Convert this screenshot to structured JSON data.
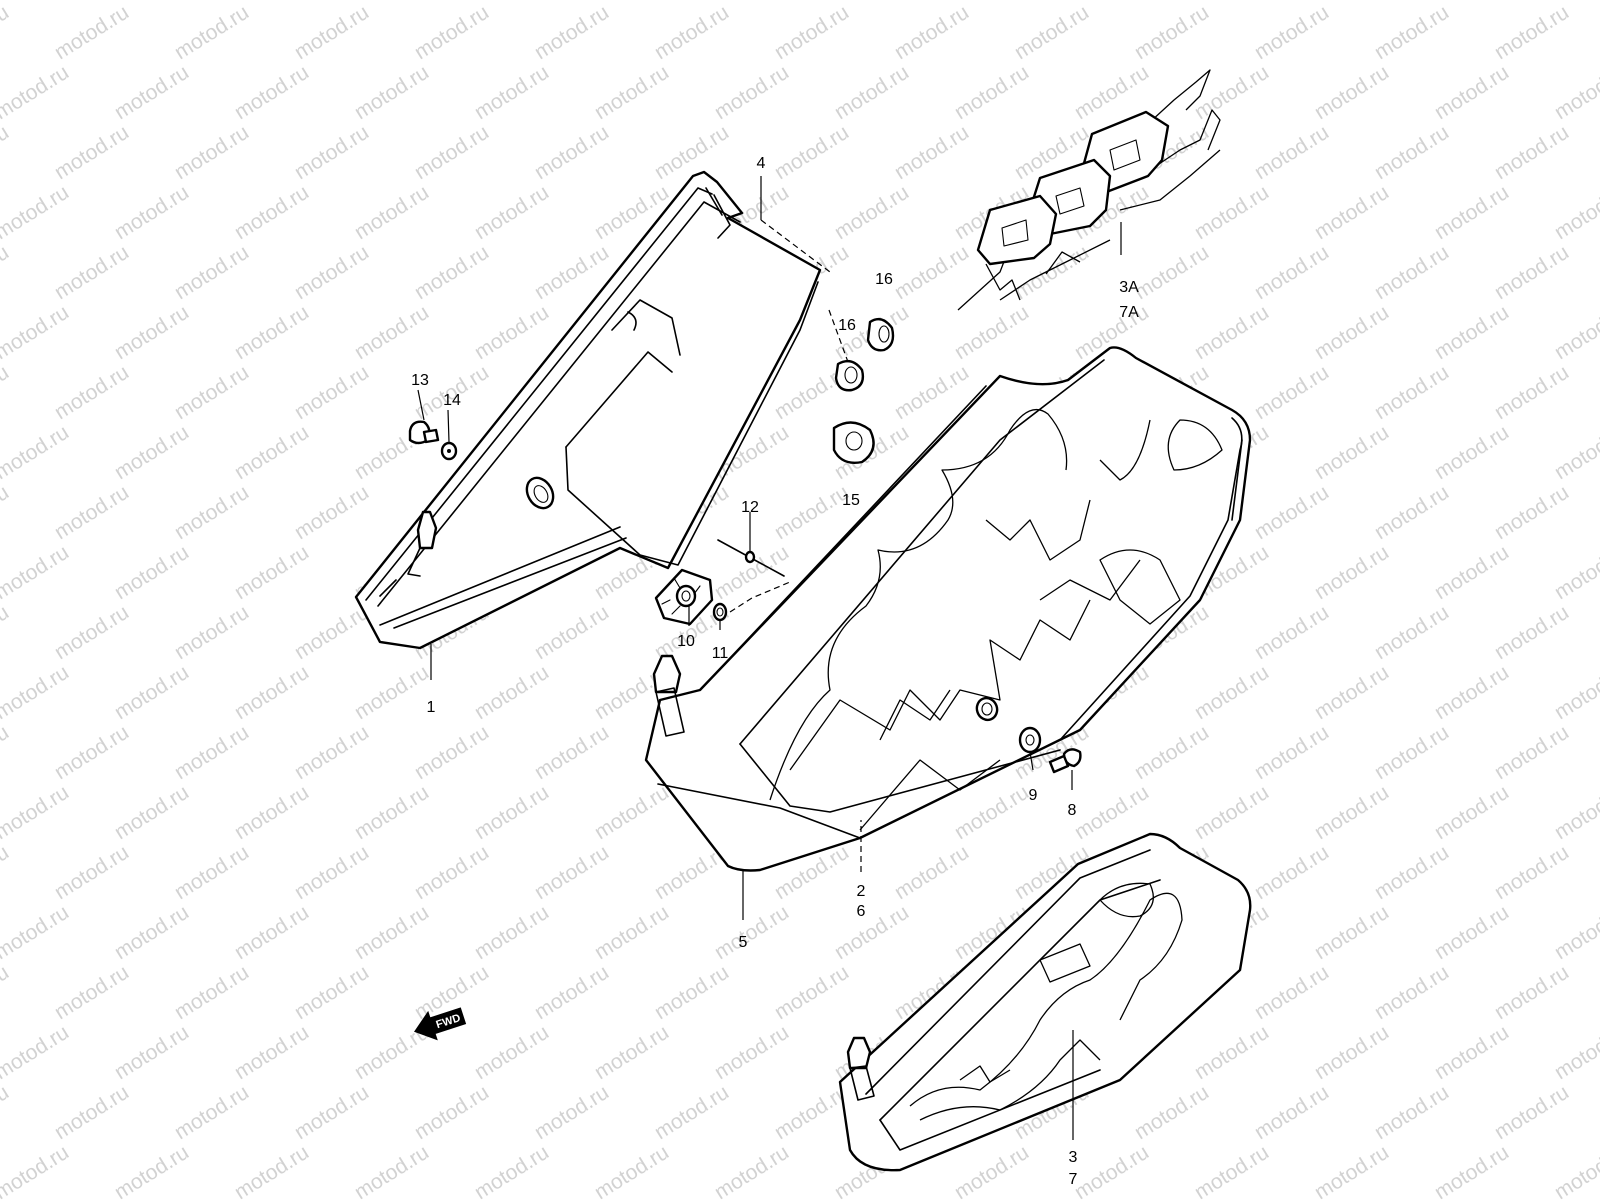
{
  "watermark": "motod.ru",
  "fwd_label": "FWD",
  "callouts": {
    "c1": "1",
    "c2": "2",
    "c3": "3",
    "c3a": "3A",
    "c4": "4",
    "c5": "5",
    "c6": "6",
    "c7": "7",
    "c7a": "7A",
    "c8": "8",
    "c9": "9",
    "c10": "10",
    "c11": "11",
    "c12": "12",
    "c13": "13",
    "c14": "14",
    "c15": "15",
    "c16a": "16",
    "c16b": "16"
  }
}
